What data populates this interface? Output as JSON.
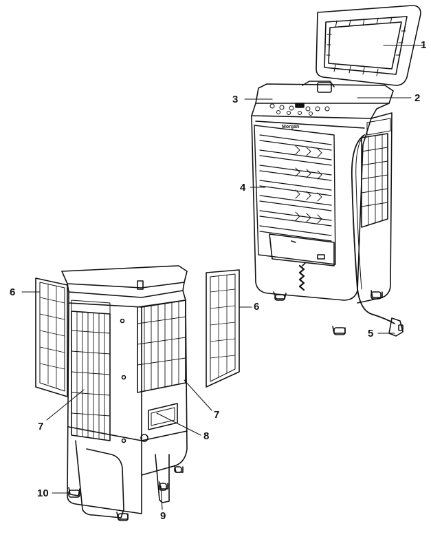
{
  "diagram": {
    "brand_label": "Morgan",
    "callouts": [
      {
        "id": "c1",
        "text": "1"
      },
      {
        "id": "c2",
        "text": "2"
      },
      {
        "id": "c3",
        "text": "3"
      },
      {
        "id": "c4",
        "text": "4"
      },
      {
        "id": "c5",
        "text": "5"
      },
      {
        "id": "c6a",
        "text": "6"
      },
      {
        "id": "c6b",
        "text": "6"
      },
      {
        "id": "c7a",
        "text": "7"
      },
      {
        "id": "c7b",
        "text": "7"
      },
      {
        "id": "c8",
        "text": "8"
      },
      {
        "id": "c9",
        "text": "9"
      },
      {
        "id": "c10",
        "text": "10"
      }
    ]
  }
}
